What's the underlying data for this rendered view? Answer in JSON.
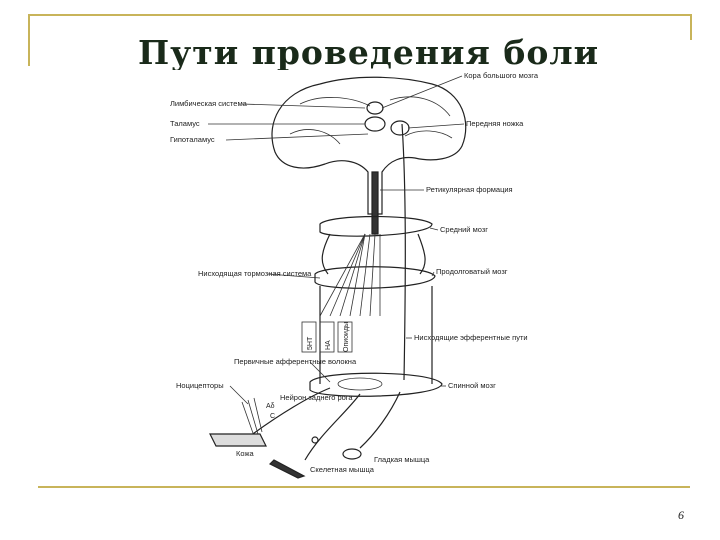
{
  "slide": {
    "title": "Пути проведения боли",
    "page_number": "6",
    "accent_color": "#c8b45a"
  },
  "diagram": {
    "labels": {
      "cortex": "Кора большого мозга",
      "limbic": "Лимбическая система",
      "thalamus": "Таламус",
      "hypothalamus": "Гипоталамус",
      "internal_capsule": "Передняя ножка",
      "reticular": "Ретикулярная формация",
      "midbrain": "Средний мозг",
      "descending": "Нисходящая тормозная система",
      "medulla": "Продолговатый мозг",
      "efferent_paths": "Нисходящие эфферентные пути",
      "spinal_cord": "Спинной мозг",
      "afferent_fibers": "Первичные афферентные волокна",
      "nociceptors": "Ноцицепторы",
      "dorsal_horn": "Нейрон заднего рога",
      "skin": "Кожа",
      "muscle": "Скелетная мышца",
      "smooth_muscle": "Гладкая мышца",
      "neurotransmitters": [
        "5НТ",
        "НА",
        "Опиоиды"
      ],
      "fiber_types": [
        "Aδ",
        "C"
      ]
    }
  }
}
